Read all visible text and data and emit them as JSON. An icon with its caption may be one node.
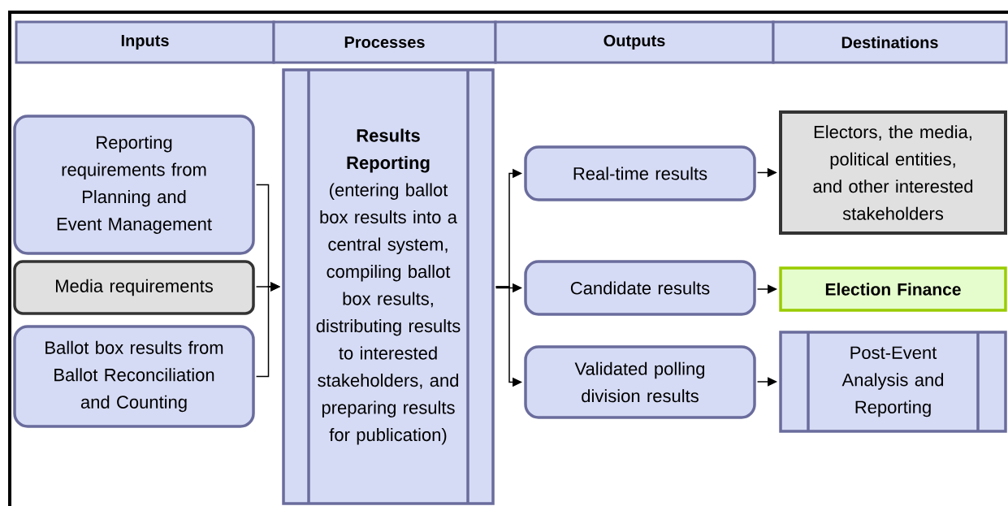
{
  "diagram": {
    "nodes": [
      {
        "text": [
          "Inputs"
        ]
      },
      {
        "text": [
          "Processes"
        ]
      },
      {
        "text": [
          "Outputs"
        ]
      },
      {
        "text": [
          "Destinations"
        ]
      },
      {
        "text": [
          "Reporting requirements from Planning and Event Management"
        ]
      },
      {
        "text": [
          "Media requirements"
        ]
      },
      {
        "text": [
          "Ballot box results from Ballot Reconciliation and Counting"
        ]
      },
      {
        "text": [
          "Results Reporting",
          "(entering ballot box results into a central system, compiling ballot box results, distributing results to interested stakeholders, and preparing results for publication)"
        ]
      },
      {
        "text": [
          "Real-time results"
        ]
      },
      {
        "text": [
          "Candidate results"
        ]
      },
      {
        "text": [
          "Validated polling division results"
        ]
      },
      {
        "text": [
          "Electors, the media, political entities, and other interested stakeholders"
        ]
      },
      {
        "text": [
          "Election Finance"
        ]
      },
      {
        "text": [
          "Post-Event Analysis and Reporting"
        ]
      }
    ],
    "edges": [
      {
        "from": 4,
        "to": 7,
        "arrow": "to"
      },
      {
        "from": 5,
        "to": 7,
        "arrow": "to"
      },
      {
        "from": 6,
        "to": 7,
        "arrow": "to"
      },
      {
        "from": 7,
        "to": 8,
        "arrow": "to"
      },
      {
        "from": 7,
        "to": 9,
        "arrow": "to"
      },
      {
        "from": 7,
        "to": 10,
        "arrow": "to"
      },
      {
        "from": 8,
        "to": 11,
        "arrow": "to"
      },
      {
        "from": 9,
        "to": 12,
        "arrow": "to"
      },
      {
        "from": 10,
        "to": 13,
        "arrow": "to"
      }
    ]
  }
}
